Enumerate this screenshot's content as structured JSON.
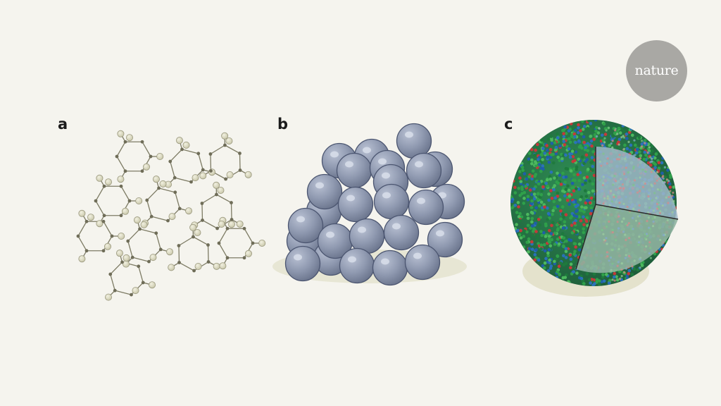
{
  "panels": [
    {
      "label": "a"
    },
    {
      "label": "b"
    },
    {
      "label": "c"
    }
  ],
  "logo": {
    "text": "nature"
  },
  "colors": {
    "background": "#f5f4ee",
    "molecule_atom": "#d9d7bd",
    "sphere": "#8d97ad",
    "cluster_green": "#2fa04a",
    "cluster_blue": "#1f5fa8",
    "cluster_red": "#c23a3a",
    "logo": "#a9a8a4"
  }
}
